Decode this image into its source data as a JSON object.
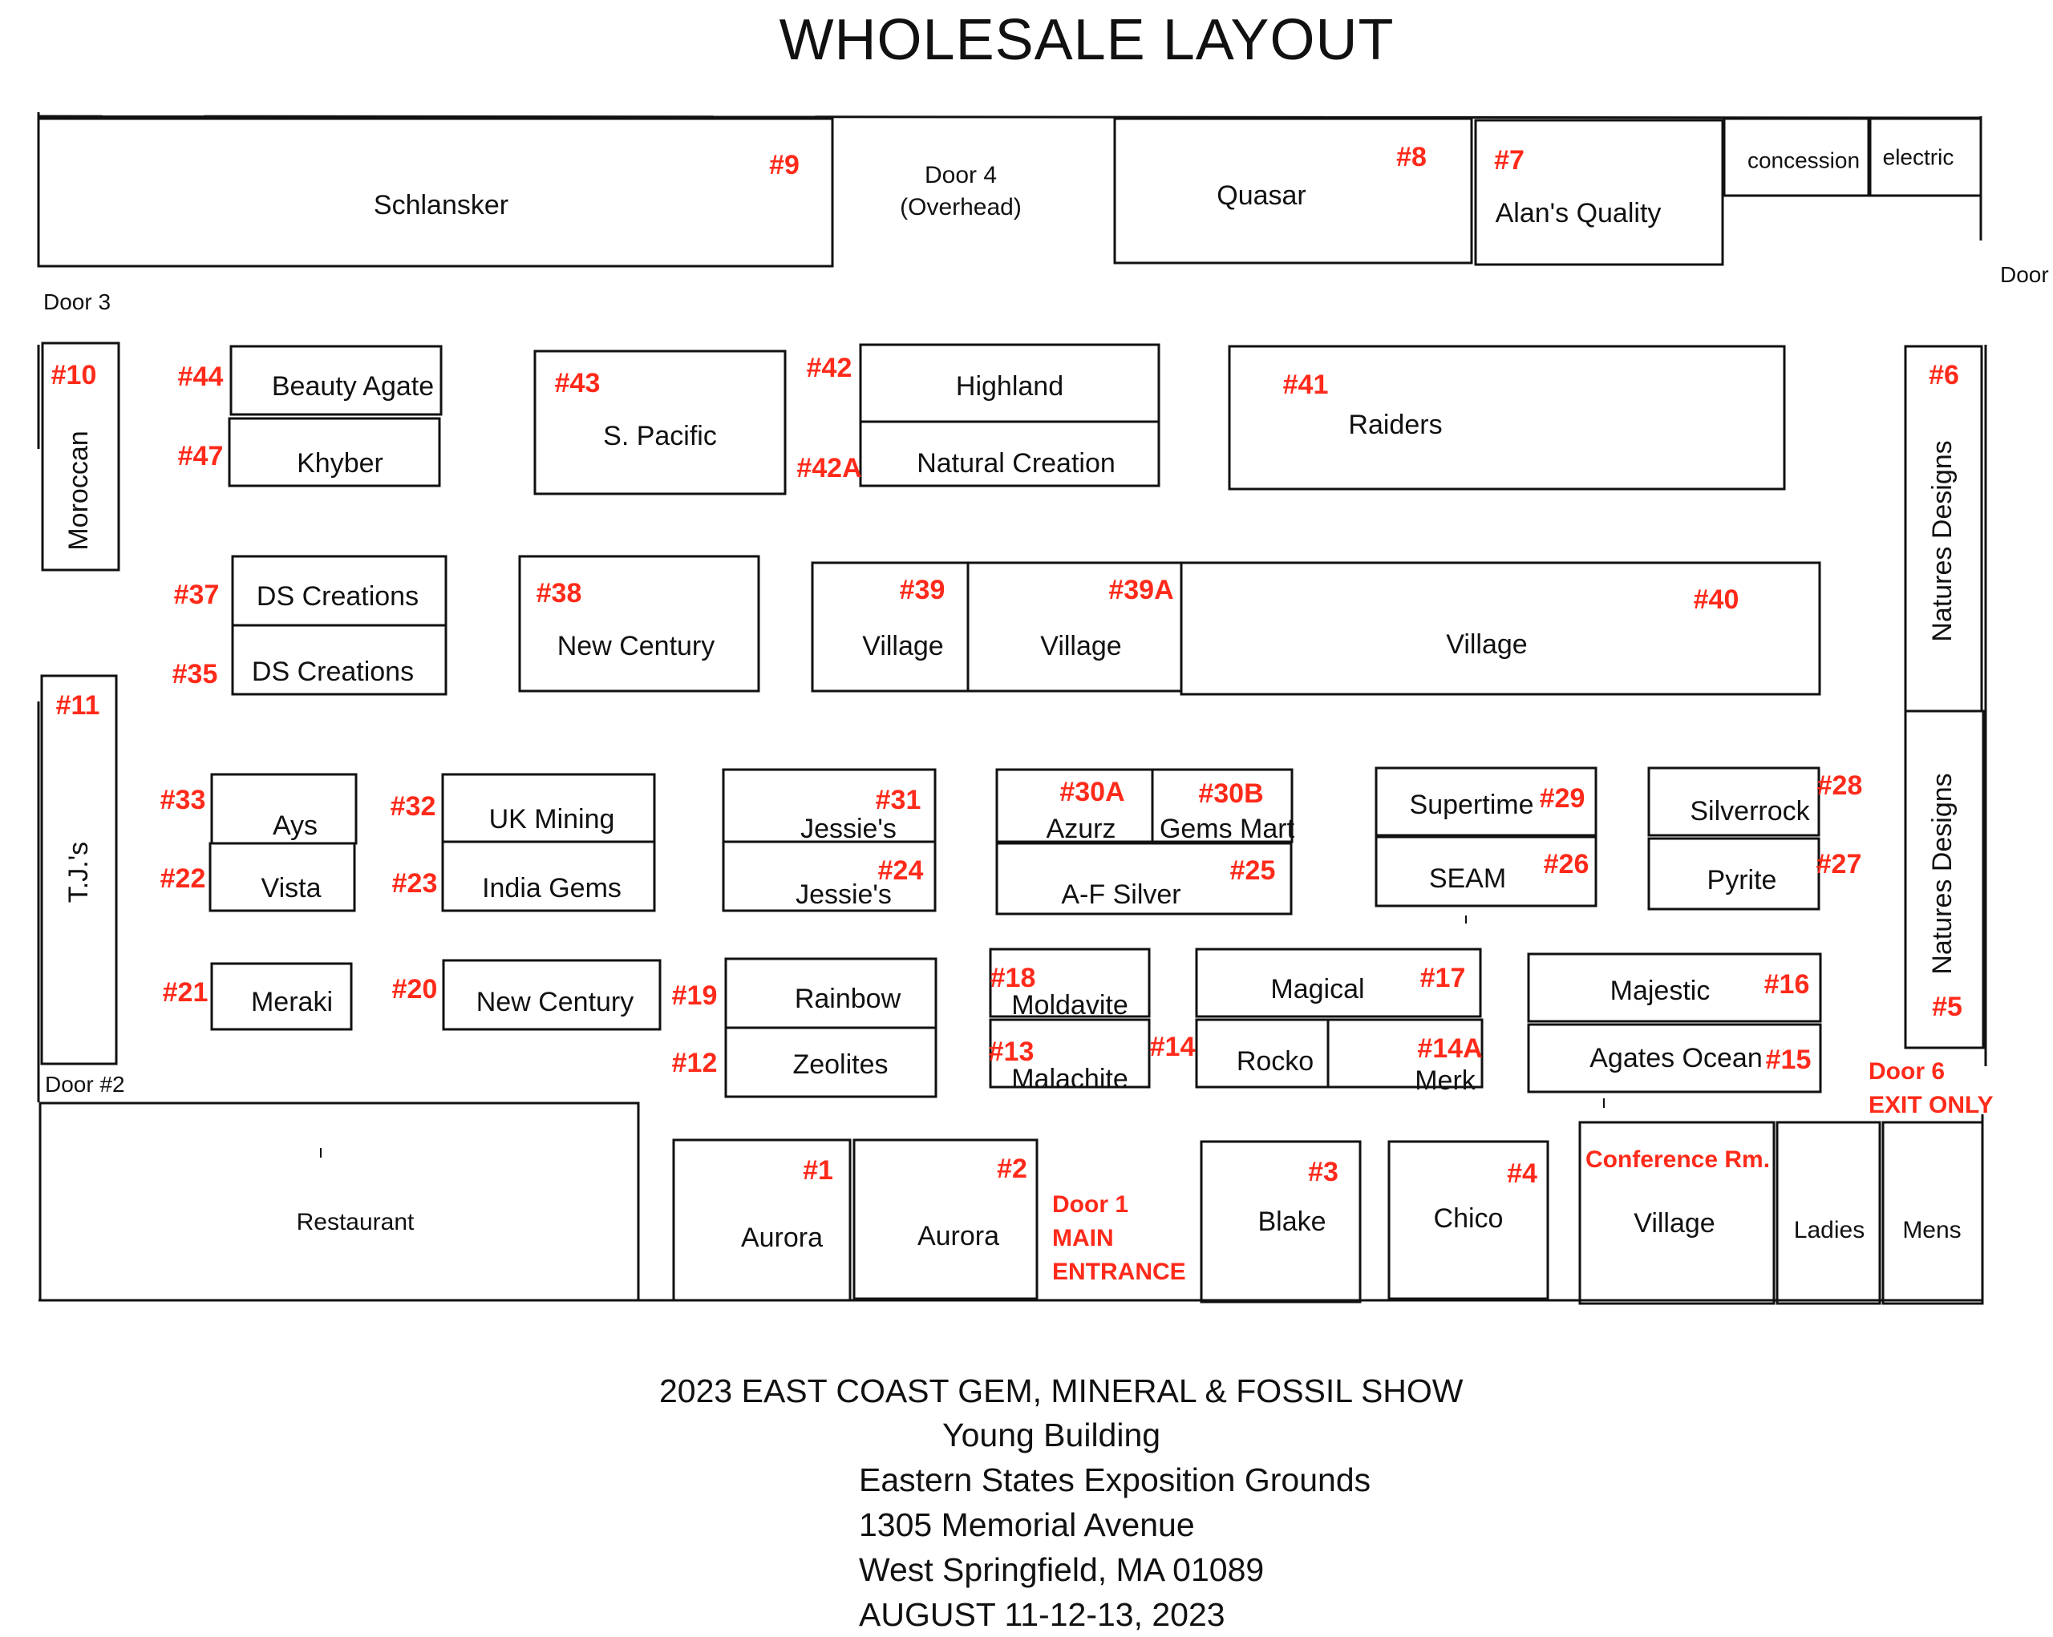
{
  "title": "WHOLESALE LAYOUT",
  "colors": {
    "ink": "#111111",
    "accent": "#ff2a1a",
    "background": "#ffffff"
  },
  "booths": [
    {
      "label": "Schlansker",
      "num": "#9"
    },
    {
      "label": "Quasar",
      "num": "#8"
    },
    {
      "label": "Alan's Quality",
      "num": "#7"
    },
    {
      "label": "concession"
    },
    {
      "label": "electric"
    },
    {
      "label": "Moroccan",
      "num": "#10"
    },
    {
      "label": "Beauty Agate",
      "num": "#44"
    },
    {
      "label": "Khyber",
      "num": "#47"
    },
    {
      "label": "S. Pacific",
      "num": "#43"
    },
    {
      "label": "Highland",
      "num": "#42"
    },
    {
      "label": "Natural Creation",
      "num": "#42A"
    },
    {
      "label": "Raiders",
      "num": "#41"
    },
    {
      "label": "Natures Designs",
      "num": "#6"
    },
    {
      "label": "DS Creations",
      "num": "#37"
    },
    {
      "label": "DS Creations",
      "num": "#35"
    },
    {
      "label": "New Century",
      "num": "#38"
    },
    {
      "label": "Village",
      "num": "#39"
    },
    {
      "label": "Village",
      "num": "#39A"
    },
    {
      "label": "Village",
      "num": "#40"
    },
    {
      "label": "T.J.'s",
      "num": "#11"
    },
    {
      "label": "Natures Designs",
      "num": "#5"
    },
    {
      "label": "Ays",
      "num": "#33"
    },
    {
      "label": "Vista",
      "num": "#22"
    },
    {
      "label": "UK Mining",
      "num": "#32"
    },
    {
      "label": "India Gems",
      "num": "#23"
    },
    {
      "label": "Jessie's",
      "num": "#31"
    },
    {
      "label": "Jessie's",
      "num": "#24"
    },
    {
      "label": "Azurz",
      "num": "#30A"
    },
    {
      "label": "Gems Mart",
      "num": "#30B"
    },
    {
      "label": "A-F Silver",
      "num": "#25"
    },
    {
      "label": "Supertime",
      "num": "#29"
    },
    {
      "label": "SEAM",
      "num": "#26"
    },
    {
      "label": "Silverrock",
      "num": "#28"
    },
    {
      "label": "Pyrite",
      "num": "#27"
    },
    {
      "label": "Meraki",
      "num": "#21"
    },
    {
      "label": "New Century",
      "num": "#20"
    },
    {
      "label": "Rainbow",
      "num": "#19"
    },
    {
      "label": "Zeolites",
      "num": "#12"
    },
    {
      "label": "Moldavite",
      "num": "#18"
    },
    {
      "label": "Malachite",
      "num": "#13"
    },
    {
      "label": "Magical",
      "num": "#17"
    },
    {
      "label": "Rocko",
      "num": "#14"
    },
    {
      "label": "Merk",
      "num": "#14A"
    },
    {
      "label": "Majestic",
      "num": "#16"
    },
    {
      "label": "Agates Ocean",
      "num": "#15"
    },
    {
      "label": "Restaurant"
    },
    {
      "label": "Aurora",
      "num": "#1"
    },
    {
      "label": "Aurora",
      "num": "#2"
    },
    {
      "label": "Blake",
      "num": "#3"
    },
    {
      "label": "Chico",
      "num": "#4"
    },
    {
      "label": "Village",
      "num": "Conference Rm."
    },
    {
      "label": "Ladies"
    },
    {
      "label": "Mens"
    }
  ],
  "doors": {
    "door4": [
      "Door 4",
      "(Overhead)"
    ],
    "door3": "Door 3",
    "door_right": "Door",
    "door2": "Door #2",
    "door1": [
      "Door 1",
      "MAIN",
      "ENTRANCE"
    ],
    "door6": [
      "Door 6",
      "EXIT ONLY"
    ]
  },
  "footer": [
    "2023 EAST COAST GEM, MINERAL & FOSSIL SHOW",
    "Young Building",
    "Eastern States Exposition Grounds",
    "1305 Memorial Avenue",
    "West Springfield, MA   01089",
    "AUGUST 11-12-13, 2023"
  ]
}
